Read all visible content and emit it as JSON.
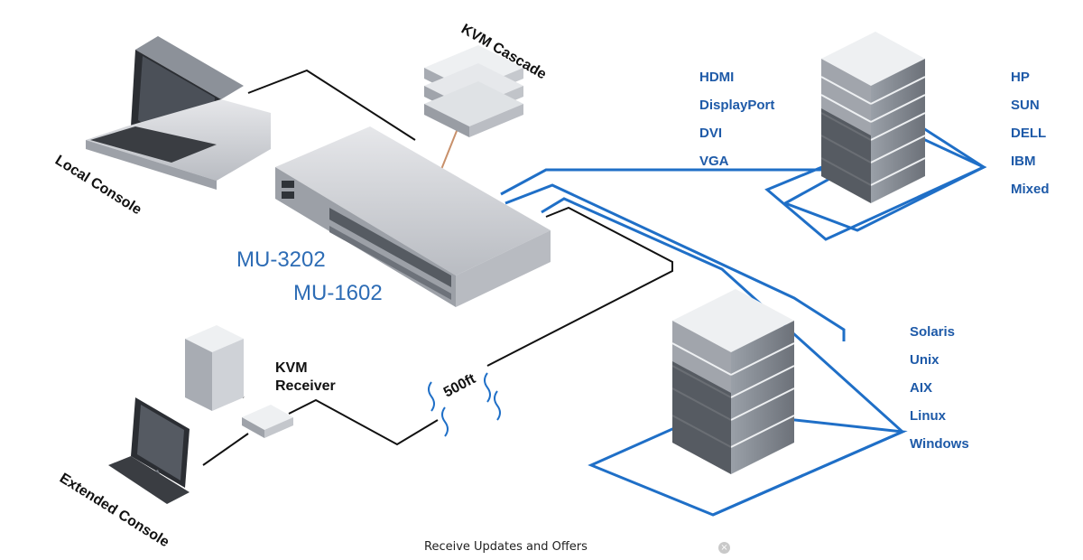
{
  "labels": {
    "kvm_cascade": "KVM Cascade",
    "local_console": "Local Console",
    "extended_console": "Extended Console",
    "kvm_receiver_line1": "KVM",
    "kvm_receiver_line2": "Receiver",
    "distance": "500ft",
    "model_1": "MU-3202",
    "model_2": "MU-1602"
  },
  "video_interfaces": [
    "HDMI",
    "DisplayPort",
    "DVI",
    "VGA"
  ],
  "server_brands": [
    "HP",
    "SUN",
    "DELL",
    "IBM",
    "Mixed"
  ],
  "operating_systems": [
    "Solaris",
    "Unix",
    "AIX",
    "Linux",
    "Windows"
  ],
  "footer": {
    "text": "Receive Updates and Offers",
    "close_symbol": "×"
  },
  "colors": {
    "accent": "#1e5aa8",
    "cable_blue": "#1f6fc7",
    "cable_black": "#111111",
    "cable_cascade": "#c8906a"
  }
}
